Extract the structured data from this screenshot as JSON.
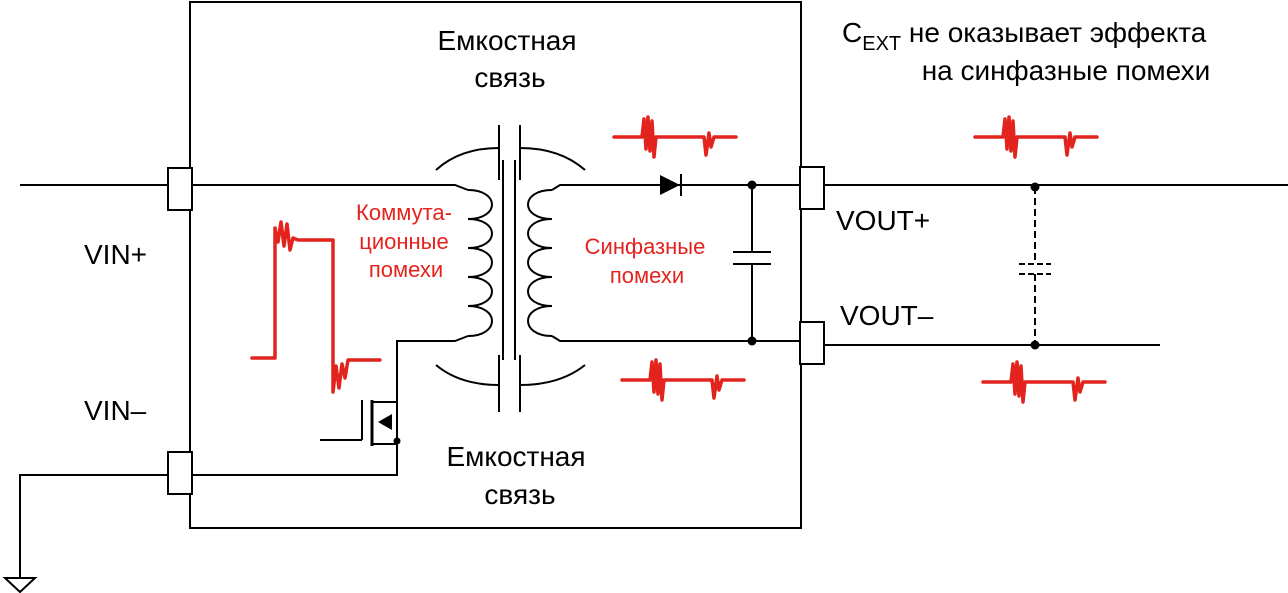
{
  "labels": {
    "cap_top_1": "Емкостная",
    "cap_top_2": "связь",
    "cap_bottom_1": "Емкостная",
    "cap_bottom_2": "связь",
    "switching_1": "Коммута-",
    "switching_2": "ционные",
    "switching_3": "помехи",
    "common_1": "Синфазные",
    "common_2": "помехи",
    "vin_plus": "VIN+",
    "vin_minus": "VIN–",
    "vout_plus": "VOUT+",
    "vout_minus": "VOUT–",
    "cext_c": "C",
    "cext_sub": "EXT",
    "cext_rest": " не оказывает эффекта",
    "cext_line2": "на синфазные помехи"
  },
  "colors": {
    "noise": "#e3231d",
    "wire": "#000000"
  },
  "icons": [
    "diode-icon",
    "mosfet-icon",
    "ground-icon",
    "capacitor-icon",
    "transformer-icon"
  ]
}
